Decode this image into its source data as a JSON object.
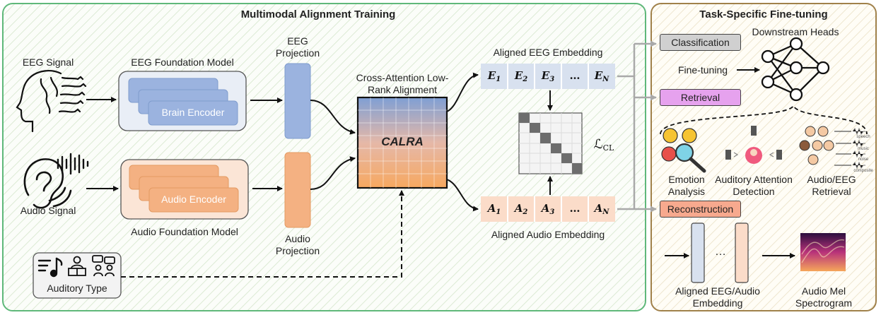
{
  "left_panel": {
    "title": "Multimodal Alignment Training"
  },
  "right_panel": {
    "title": "Task-Specific Fine-tuning"
  },
  "eeg": {
    "signal_label": "EEG Signal",
    "foundation_label": "EEG Foundation Model",
    "encoder_label": "Brain Encoder",
    "projection_label": [
      "EEG",
      "Projection"
    ],
    "embedding_label": "Aligned EEG Embedding",
    "tokens": [
      "E1",
      "E2",
      "E3",
      "…",
      "EN"
    ]
  },
  "audio": {
    "signal_label": "Audio Signal",
    "foundation_label": "Audio Foundation Model",
    "encoder_label": "Audio Encoder",
    "projection_label": [
      "Audio",
      "Projection"
    ],
    "embedding_label": "Aligned Audio Embedding",
    "tokens": [
      "A1",
      "A2",
      "A3",
      "…",
      "AN"
    ]
  },
  "calra": {
    "title": [
      "Cross-Attention Low-",
      "Rank Alignment"
    ],
    "label": "CALRA"
  },
  "loss": {
    "label": "ℒ",
    "sub": "CL"
  },
  "auditory_type": {
    "label": "Auditory Type"
  },
  "finetune": {
    "classification": "Classification",
    "retrieval": "Retrieval",
    "reconstruction": "Reconstruction",
    "downstream_heads": "Downstream Heads",
    "finetuning": "Fine-tuning",
    "tasks": [
      [
        "Emotion",
        "Analysis"
      ],
      [
        "Auditory Attention",
        "Detection"
      ],
      [
        "Audio/EEG",
        "Retrieval"
      ]
    ],
    "retrieval_tags": [
      "speech",
      "music",
      "noise",
      "composite"
    ],
    "recon_dots": "…",
    "recon_input": [
      "Aligned EEG/Audio",
      "Embedding"
    ],
    "recon_output": [
      "Audio Mel",
      "Spectrogram"
    ]
  },
  "colors": {
    "left_border": "#5fb87a",
    "right_border": "#a0814a",
    "eeg_fill": "#9bb3df",
    "audio_fill": "#f4b182",
    "classification_fill": "#d0d0d0",
    "retrieval_fill": "#e6a2ee",
    "reconstruction_fill": "#f7a98e"
  }
}
